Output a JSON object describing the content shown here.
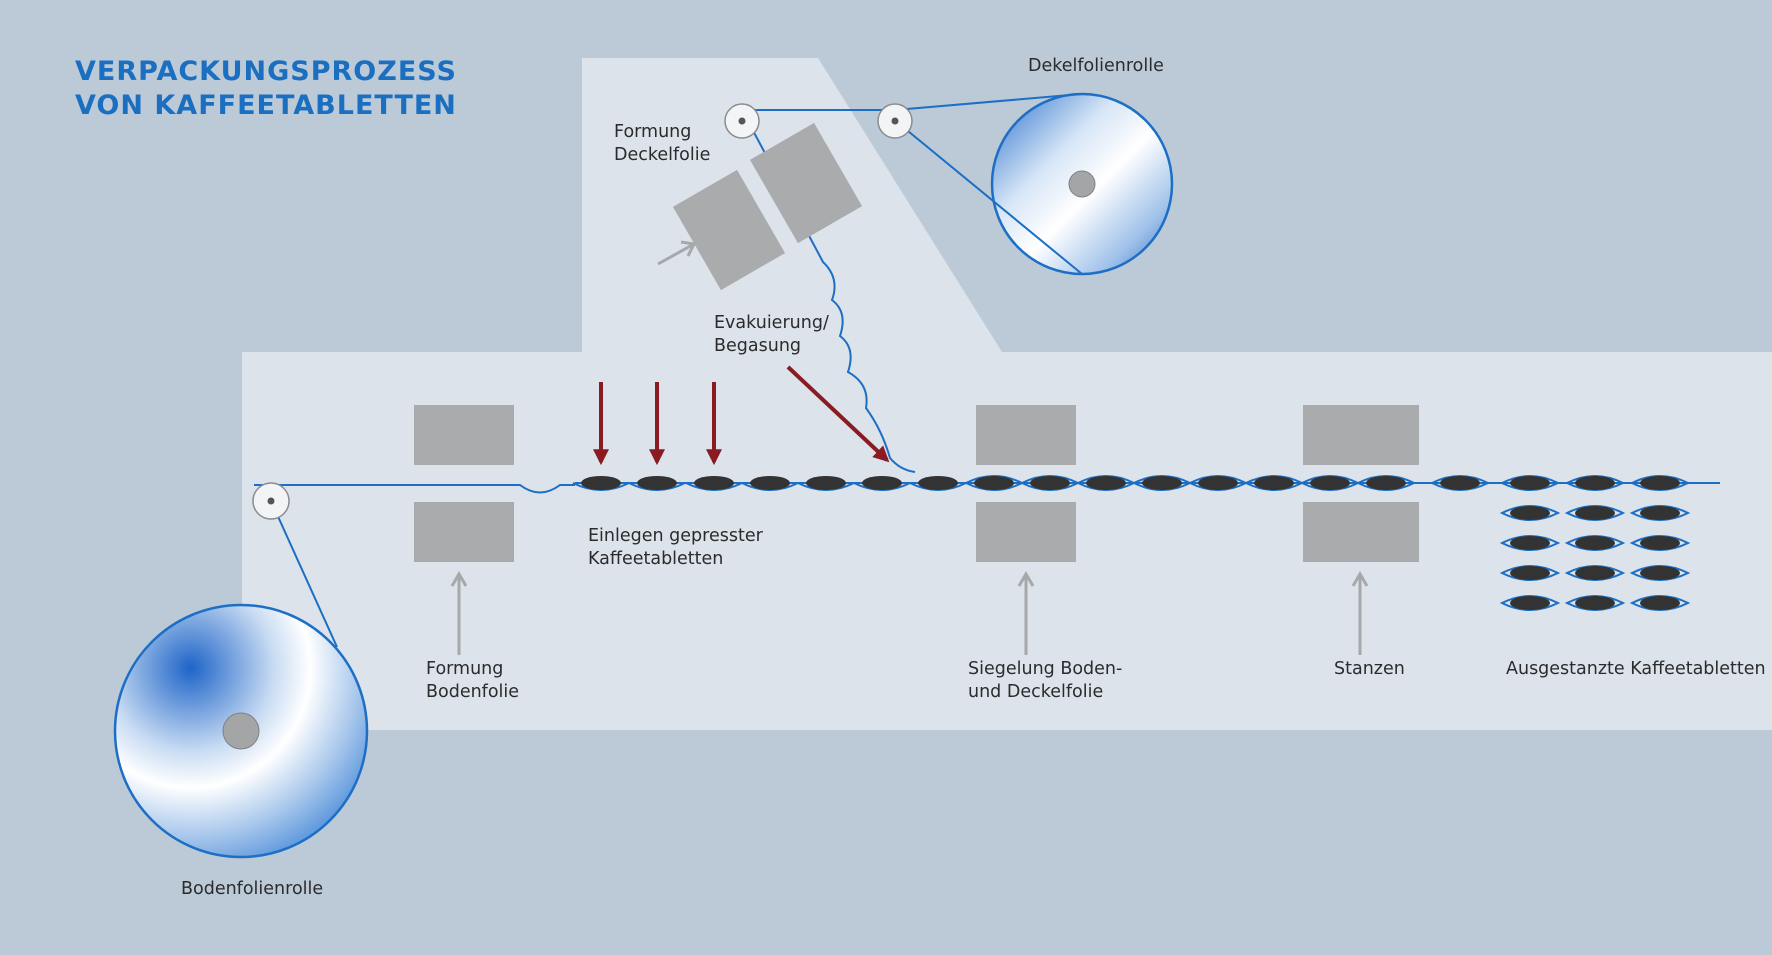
{
  "title": {
    "line1": "VERPACKUNGSPROZESS",
    "line2": "VON KAFFEETABLETTEN"
  },
  "labels": {
    "lid_roll": "Dekelfolienrolle",
    "lid_forming_1": "Formung",
    "lid_forming_2": "Deckelfolie",
    "evacuation_1": "Evakuierung/",
    "evacuation_2": "Begasung",
    "insert_1": "Einlegen gepresster",
    "insert_2": "Kaffeetabletten",
    "bottom_forming_1": "Formung",
    "bottom_forming_2": "Bodenfolie",
    "sealing_1": "Siegelung Boden-",
    "sealing_2": "und Deckelfolie",
    "punching": "Stanzen",
    "punched_tablets": "Ausgestanzte Kaffeetabletten",
    "bottom_roll": "Bodenfolienrolle"
  },
  "colors": {
    "background": "#bccad8",
    "machine_panel": "#dce3eb",
    "film": "#1c6fc4",
    "station_block": "#a9abad",
    "process_arrow": "#8a1b22",
    "pointer_arrow": "#a6a8aa",
    "tablet": "#333333",
    "title": "#1a6fc0"
  }
}
